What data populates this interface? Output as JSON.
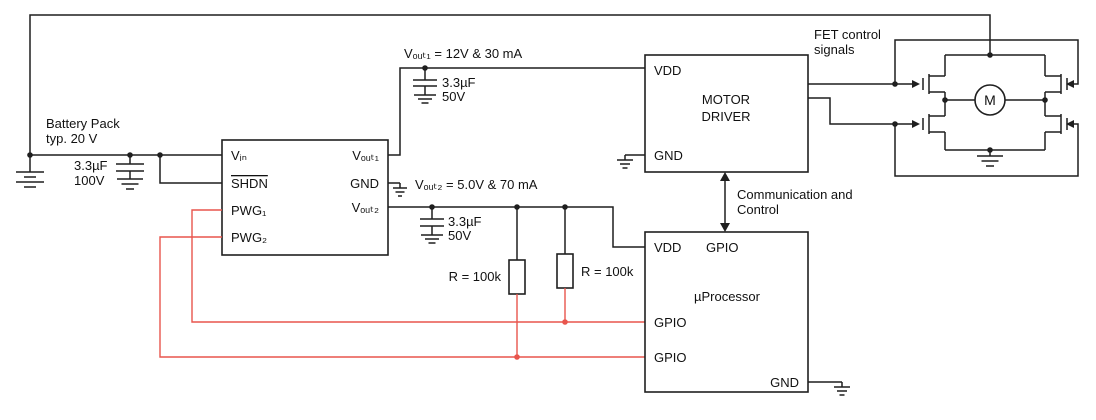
{
  "colors": {
    "wire": "#1f1f1f",
    "signal_wire": "#e8554d",
    "background": "#ffffff",
    "text": "#111111"
  },
  "battery": {
    "label_line1": "Battery Pack",
    "label_line2": "typ. 20 V"
  },
  "input_cap": {
    "value": "3.3µF",
    "rating": "100V"
  },
  "regulator": {
    "pin_vin": "Vᵢₙ",
    "pin_shdn": "SHDN",
    "pin_pwg1": "PWG₁",
    "pin_pwg2": "PWG₂",
    "pin_vout1": "Vₒᵤₜ₁",
    "pin_gnd": "GND",
    "pin_vout2": "Vₒᵤₜ₂"
  },
  "rail_vout1": {
    "label": "Vₒᵤₜ₁ = 12V & 30 mA",
    "cap_value": "3.3µF",
    "cap_rating": "50V"
  },
  "rail_vout2": {
    "label": "Vₒᵤₜ₂ = 5.0V & 70 mA",
    "cap_value": "3.3µF",
    "cap_rating": "50V"
  },
  "pullups": {
    "r1": "R = 100k",
    "r2": "R = 100k"
  },
  "motor_driver": {
    "pin_vdd": "VDD",
    "name_line1": "MOTOR",
    "name_line2": "DRIVER",
    "pin_gnd": "GND"
  },
  "uprocessor": {
    "pin_vdd": "VDD",
    "pin_gpio_top": "GPIO",
    "name": "µProcessor",
    "pin_gpio1": "GPIO",
    "pin_gpio2": "GPIO",
    "pin_gnd": "GND"
  },
  "annotations": {
    "fet_line1": "FET control",
    "fet_line2": "signals",
    "comm_line1": "Communication and",
    "comm_line2": "Control"
  },
  "motor": {
    "label": "M"
  }
}
